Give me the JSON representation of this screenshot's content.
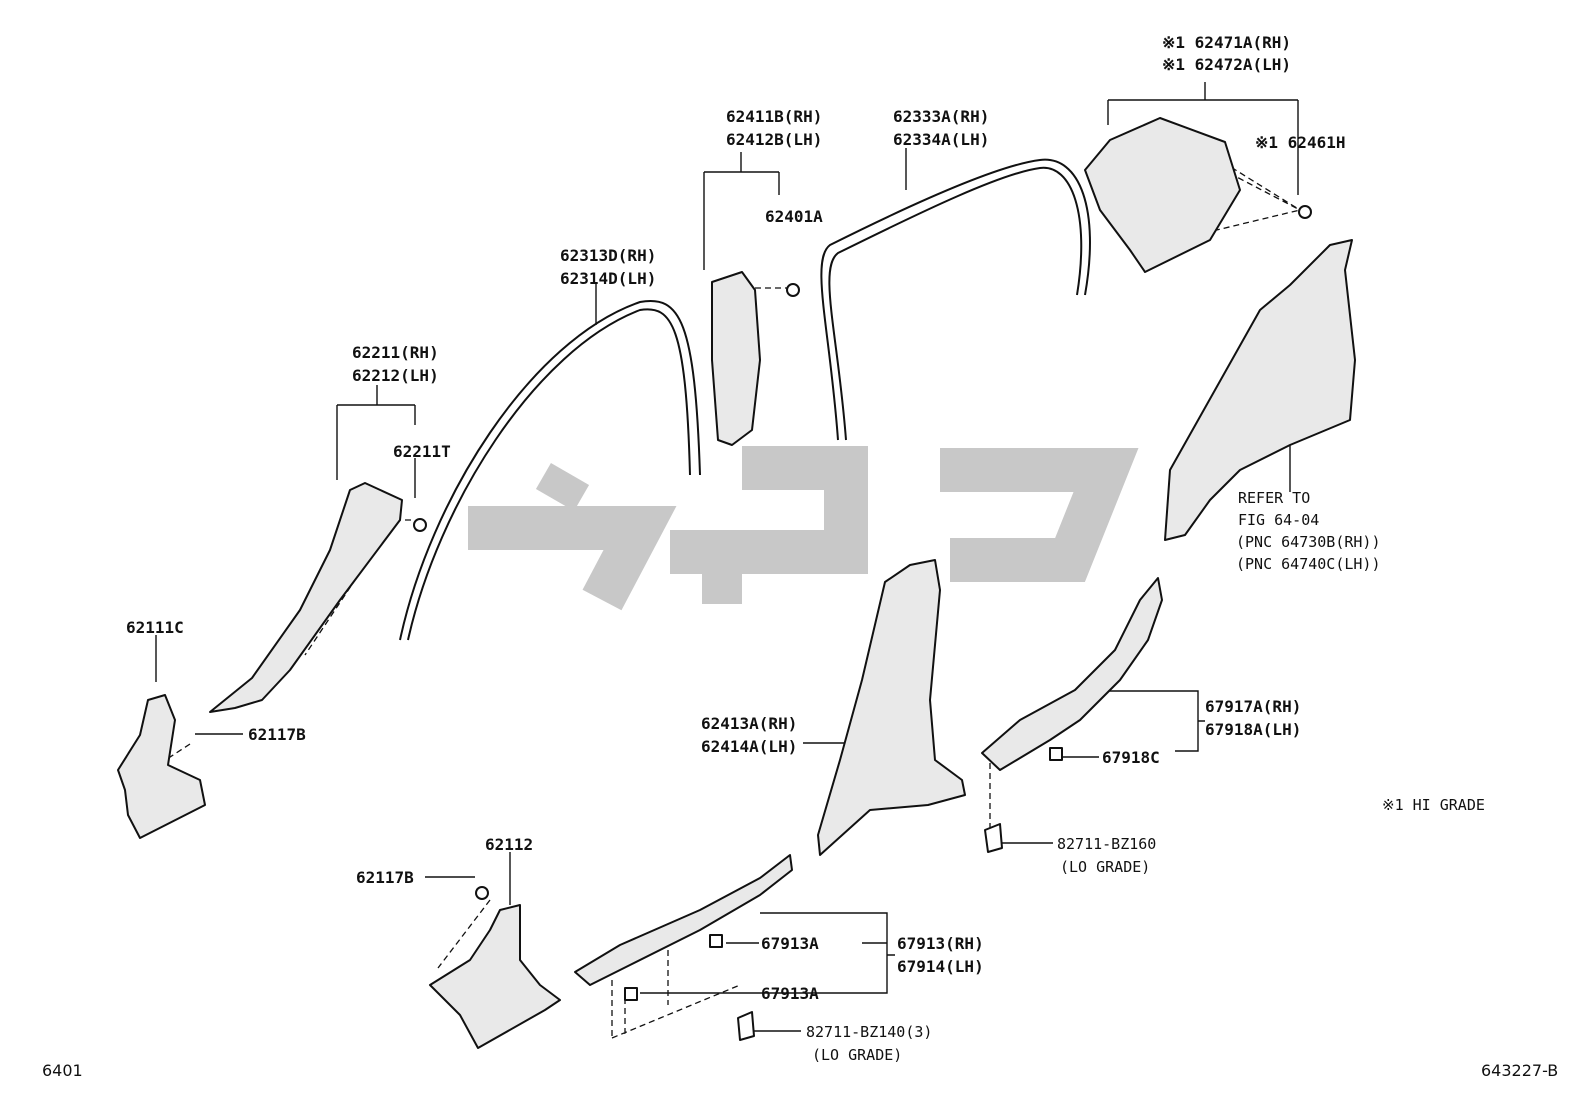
{
  "labels": {
    "l62471A": "※1 62471A(RH)",
    "l62472A": "※1 62472A(LH)",
    "l62461H": "※1 62461H",
    "l62411B": "62411B(RH)",
    "l62412B": "62412B(LH)",
    "l62401A": "62401A",
    "l62333A": "62333A(RH)",
    "l62334A": "62334A(LH)",
    "l62313D": "62313D(RH)",
    "l62314D": "62314D(LH)",
    "l62211": "62211(RH)",
    "l62212": "62212(LH)",
    "l62211T": "62211T",
    "l62111C": "62111C",
    "l62117B_top": "62117B",
    "l62117B_bot": "62117B",
    "l62112": "62112",
    "l62413A": "62413A(RH)",
    "l62414A": "62414A(LH)",
    "l67917A": "67917A(RH)",
    "l67918A": "67918A(LH)",
    "l67918C": "67918C",
    "l67913A_1": "67913A",
    "l67913A_2": "67913A",
    "l67913": "67913(RH)",
    "l67914": "67914(LH)",
    "l82711_160": "82711-BZ160",
    "lo_grade_1": "(LO GRADE)",
    "l82711_140": "82711-BZ140(3)",
    "lo_grade_2": "(LO GRADE)",
    "refer_1": "REFER TO",
    "refer_2": "FIG 64-04",
    "refer_3": "(PNC 64730B(RH))",
    "refer_4": "(PNC 64740C(LH))",
    "hi_grade": "※1 HI GRADE"
  },
  "footer": {
    "left_code": "6401",
    "right_code": "643227-B"
  },
  "colors": {
    "line": "#111111",
    "watermark": "#c8c8c8",
    "background": "#ffffff"
  }
}
